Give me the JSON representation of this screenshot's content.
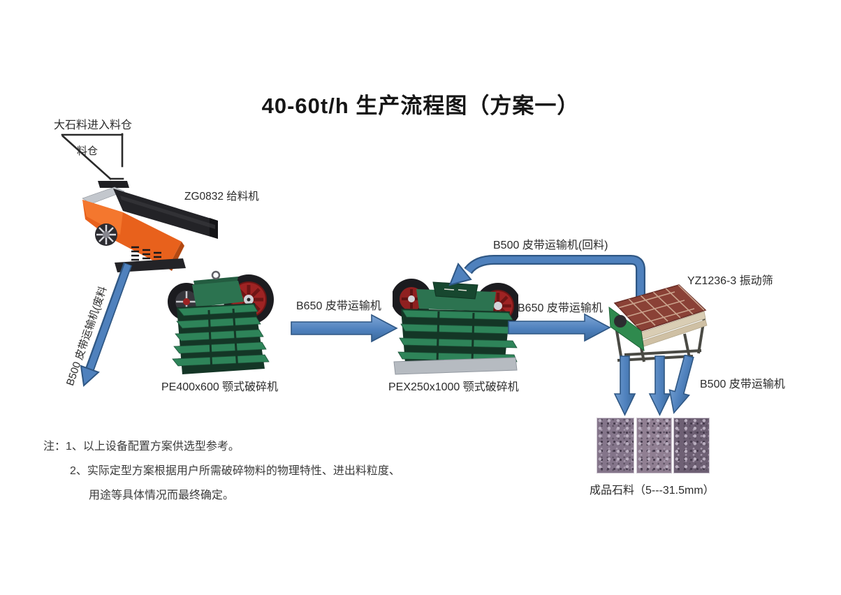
{
  "title": "40-60t/h 生产流程图（方案一）",
  "hopper": {
    "intro": "大石料进入料仓",
    "name": "料仓"
  },
  "equipment": {
    "feeder": "ZG0832 给料机",
    "pe_crusher": "PE400x600 颚式破碎机",
    "pex_crusher": "PEX250x1000 颚式破碎机",
    "vibrating_screen": "YZ1236-3 振动筛"
  },
  "conveyors": {
    "waste_belt": "B500 皮带运输机(废料",
    "belt_pe_to_pex": "B650 皮带运输机",
    "return_belt": "B500 皮带运输机(回料)",
    "belt_pex_to_screen": "B650 皮带运输机",
    "product_belt": "B500 皮带运输机"
  },
  "product_caption": "成品石料（5---31.5mm）",
  "notes": [
    "注：1、以上设备配置方案供选型参考。",
    "2、实际定型方案根据用户所需破碎物料的物理特性、进出料粒度、",
    "用途等具体情况而最终确定。"
  ],
  "colors": {
    "arrow_fill": "#4f81bd",
    "arrow_border": "#2f5784",
    "feeder_orange": "#e8611c",
    "crusher_green": "#2e8459",
    "screen_deck_brown": "#8a4136",
    "note_text": "#3a3a3a"
  }
}
